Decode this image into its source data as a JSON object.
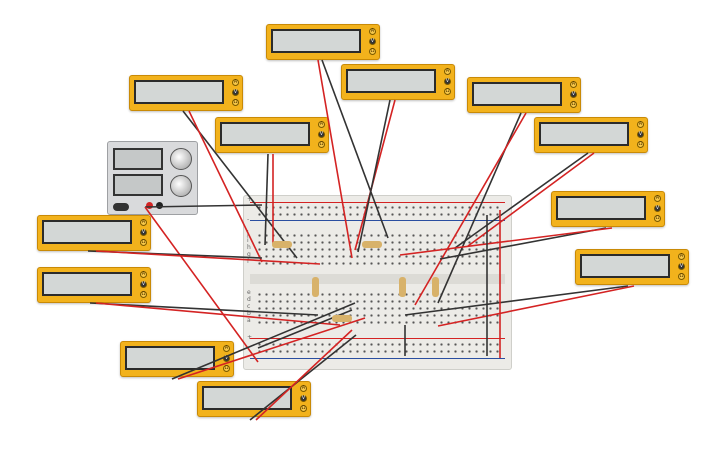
{
  "app": {
    "title": ""
  },
  "power_supply": {
    "label_top": "",
    "label_bottom": "",
    "switch_label": "",
    "colors": {
      "positive": "#d42323",
      "negative": "#222222"
    }
  },
  "multimeters": [
    {
      "id": "mm1",
      "label": ""
    },
    {
      "id": "mm2",
      "label": ""
    },
    {
      "id": "mm3",
      "label": ""
    },
    {
      "id": "mm4",
      "label": ""
    },
    {
      "id": "mm5",
      "label": ""
    },
    {
      "id": "mm6",
      "label": ""
    },
    {
      "id": "mm7",
      "label": ""
    },
    {
      "id": "mm8",
      "label": ""
    },
    {
      "id": "mm9",
      "label": ""
    },
    {
      "id": "mm10",
      "label": ""
    },
    {
      "id": "mm11",
      "label": ""
    },
    {
      "id": "mm12",
      "label": ""
    },
    {
      "id": "mm13",
      "label": ""
    }
  ],
  "multimeter_knob_labels": [
    "A",
    "V",
    "Ω"
  ],
  "breadboard": {
    "row_labels_top": [
      "j",
      "i",
      "h",
      "g",
      "f"
    ],
    "row_labels_bottom": [
      "e",
      "d",
      "c",
      "b",
      "a"
    ],
    "rail_symbols": [
      "+",
      "-"
    ]
  },
  "resistor_count": 6,
  "colors": {
    "multimeter_body": "#f2b21c",
    "display": "#d3d7d6",
    "wire_red": "#d42323",
    "wire_black": "#333333",
    "breadboard": "#ecebe7",
    "rail_red": "#d42323",
    "rail_blue": "#2a4ea0"
  }
}
